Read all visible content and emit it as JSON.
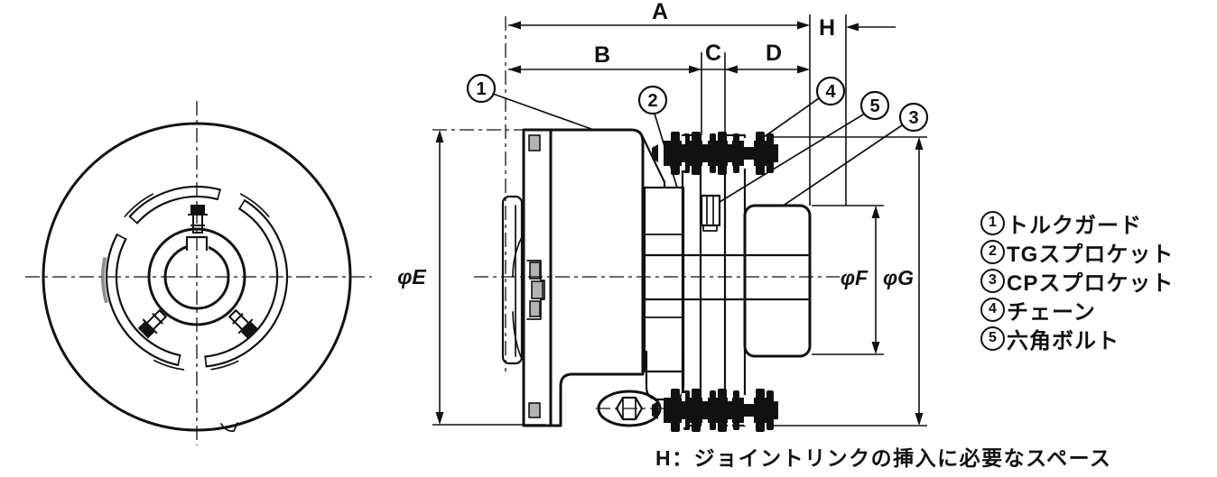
{
  "dims": {
    "a": "A",
    "b": "B",
    "c": "C",
    "d": "D",
    "h": "H",
    "e": "φE",
    "f": "φF",
    "g": "φG"
  },
  "legend": {
    "items": [
      {
        "number": "1",
        "label": "トルクガード"
      },
      {
        "number": "2",
        "label": "TGスプロケット"
      },
      {
        "number": "3",
        "label": "CPスプロケット"
      },
      {
        "number": "4",
        "label": "チェーン"
      },
      {
        "number": "5",
        "label": "六角ボルト"
      }
    ]
  },
  "note": {
    "text": "H：ジョイントリンクの挿入に必要なスペース"
  },
  "colors": {
    "ink": "#111111",
    "paper": "#ffffff",
    "shade": "#b3b3b3"
  }
}
